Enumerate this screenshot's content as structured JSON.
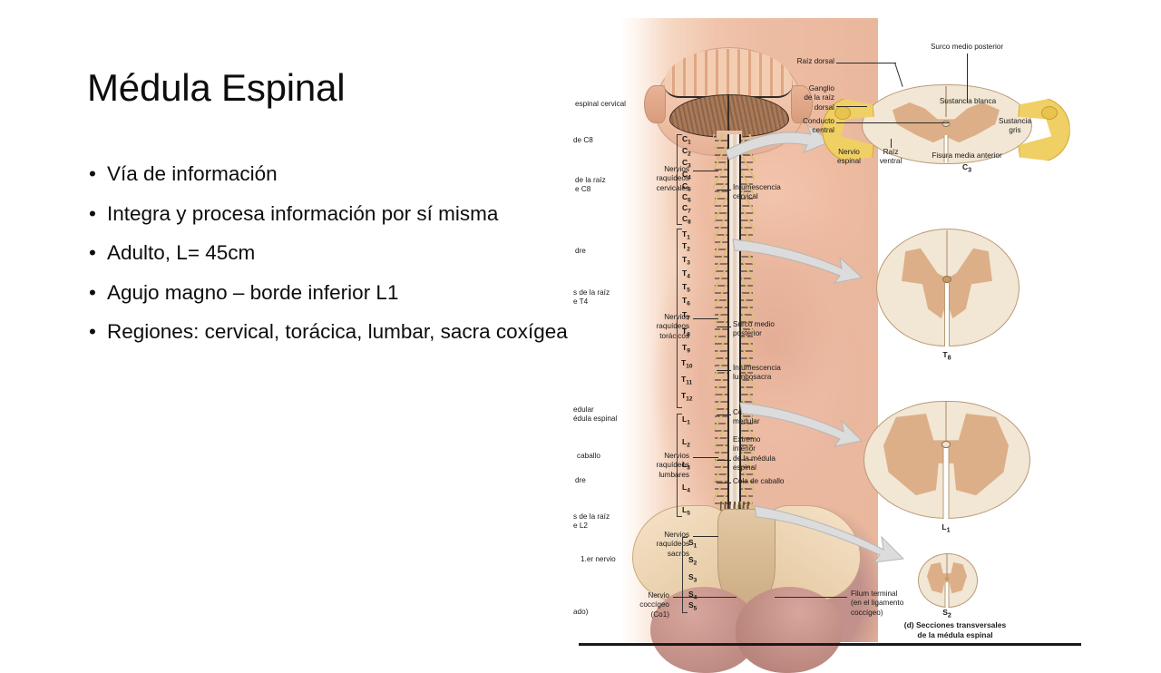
{
  "slide": {
    "title": "Médula Espinal",
    "bullet_char": "•",
    "bullets": [
      "Vía de información",
      "Integra y procesa información por sí misma",
      "Adulto, L= 45cm",
      "Agujo magno – borde inferior L1",
      "Regiones: cervical, torácica, lumbar, sacra coxígea"
    ]
  },
  "figure": {
    "caption": "(d) Secciones transversales\nde la médula espinal",
    "cropped_left_labels": [
      "espinal cervical",
      "de C8",
      "de la raíz\ne C8",
      "dre",
      "s de la raíz\ne T4",
      "edular\nédula espinal",
      "caballo",
      "dre",
      "s de la raíz\ne L2",
      "1.er nervio",
      "ado)"
    ],
    "nerve_group_labels": [
      "Nervios\nraquídeos\ncervicales",
      "Nervios\nraquídeos\ntorácicos",
      "Nervios\nraquídeos\nlumbares",
      "Nervios\nraquídeos\nsacros"
    ],
    "cord_feature_labels": [
      "Intumescencia\ncervical",
      "Surco medio\nposterior",
      "Intumescencia\nlumbosacra",
      "Cono\nmedular",
      "Extremo\ninferior\nde la médula\nespinal",
      "Cola de caballo"
    ],
    "bottom_labels": [
      "Nervio\ncoccígeo\n(Co1)",
      "Filum terminal\n(en el ligamento\ncoccígeo)"
    ],
    "cross_section_c3": {
      "level": "C3",
      "labels": {
        "posterior_sulcus": "Surco medio posterior",
        "dorsal_root": "Raíz dorsal",
        "dorsal_root_ganglion": "Ganglio\nde la raíz\ndorsal",
        "central_canal": "Conducto\ncentral",
        "white_matter": "Sustancia blanca",
        "gray_matter": "Sustancia\ngris",
        "spinal_nerve": "Nervio\nespinal",
        "ventral_root": "Raíz\nventral",
        "anterior_fissure": "Fisura media anterior"
      }
    },
    "cross_section_levels": [
      "C3",
      "T8",
      "L1",
      "S2"
    ],
    "vertebral_levels": {
      "cervical": [
        "C1",
        "C2",
        "C3",
        "C4",
        "C5",
        "C6",
        "C7",
        "C8"
      ],
      "thoracic": [
        "T1",
        "T2",
        "T3",
        "T4",
        "T5",
        "T6",
        "T7",
        "T8",
        "T9",
        "T10",
        "T11",
        "T12"
      ],
      "lumbar": [
        "L1",
        "L2",
        "L3",
        "L4",
        "L5"
      ],
      "sacral": [
        "S1",
        "S2",
        "S3",
        "S4",
        "S5"
      ]
    }
  },
  "colors": {
    "background": "#ffffff",
    "text": "#0d0d0d",
    "white_matter": "#f2e6d4",
    "gray_matter": "#dcaf88",
    "nerve_yellow": "#f0d064",
    "arrow_gray": "#dcdcdc",
    "rule": "#1a1a1a"
  }
}
